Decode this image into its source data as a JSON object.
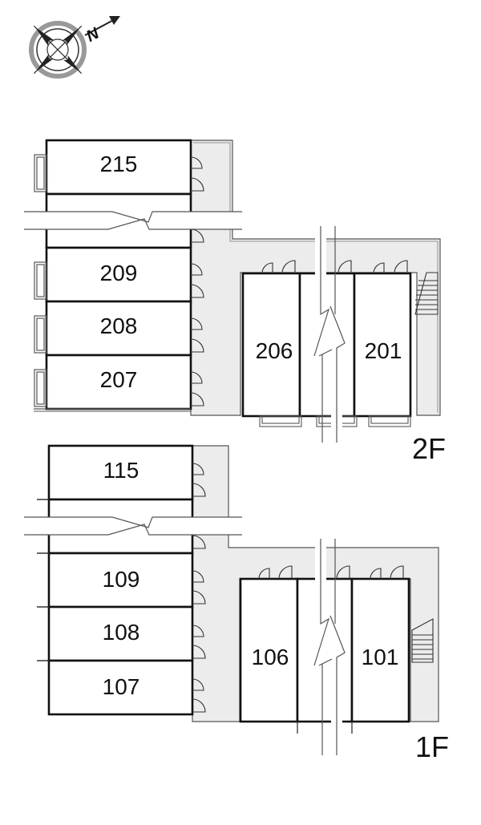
{
  "compass": {
    "label": "N",
    "icon": "north-arrow-compass-icon"
  },
  "floors": {
    "upper": {
      "label": "2F",
      "wing_units": [
        "215",
        "209",
        "208",
        "207"
      ],
      "block_units": [
        "206",
        "201"
      ]
    },
    "lower": {
      "label": "1F",
      "wing_units": [
        "115",
        "109",
        "108",
        "107"
      ],
      "block_units": [
        "106",
        "101"
      ]
    }
  },
  "colors": {
    "corridor": "#ececec",
    "wall": "#111111",
    "line": "#555555"
  }
}
